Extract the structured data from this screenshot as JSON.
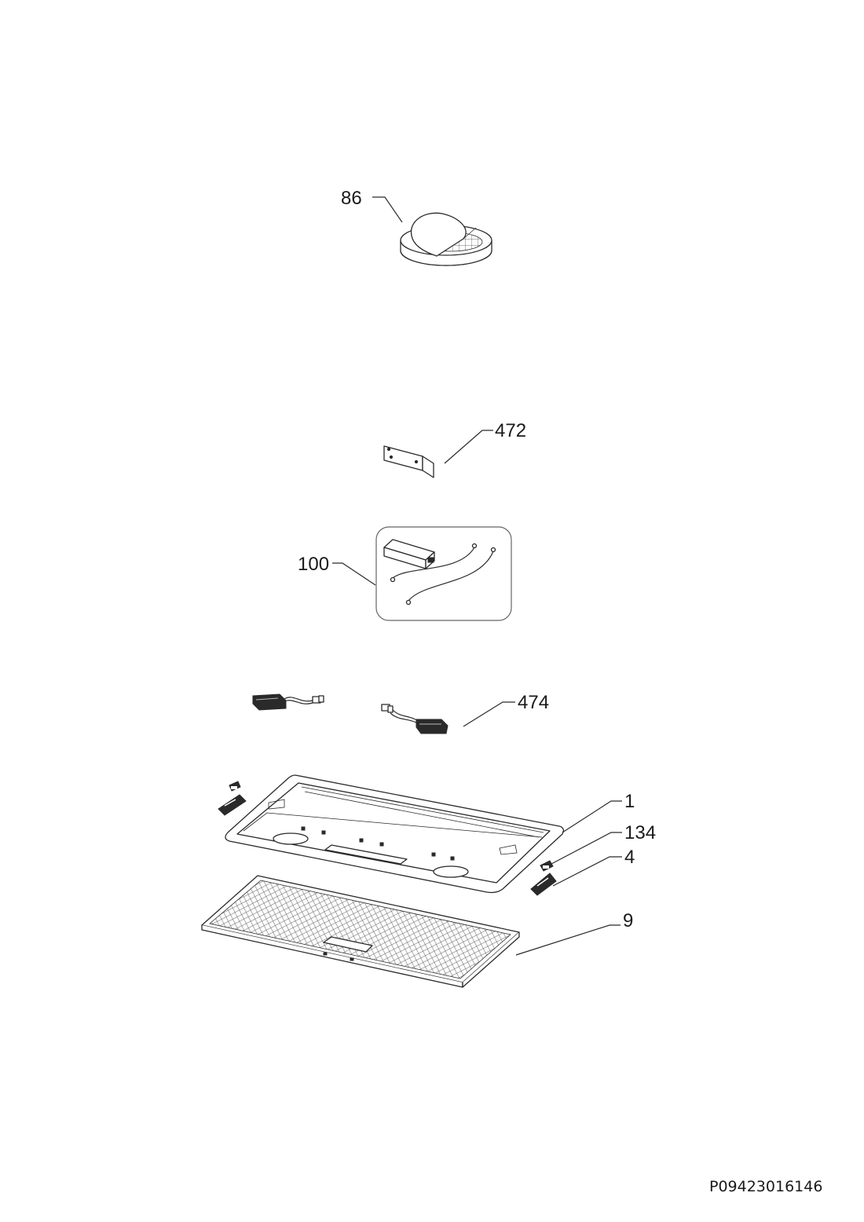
{
  "labels": {
    "p86": "86",
    "p472": "472",
    "p100": "100",
    "p474": "474",
    "p1": "1",
    "p134": "134",
    "p4": "4",
    "p9": "9"
  },
  "drawing_code": "P09423016146"
}
